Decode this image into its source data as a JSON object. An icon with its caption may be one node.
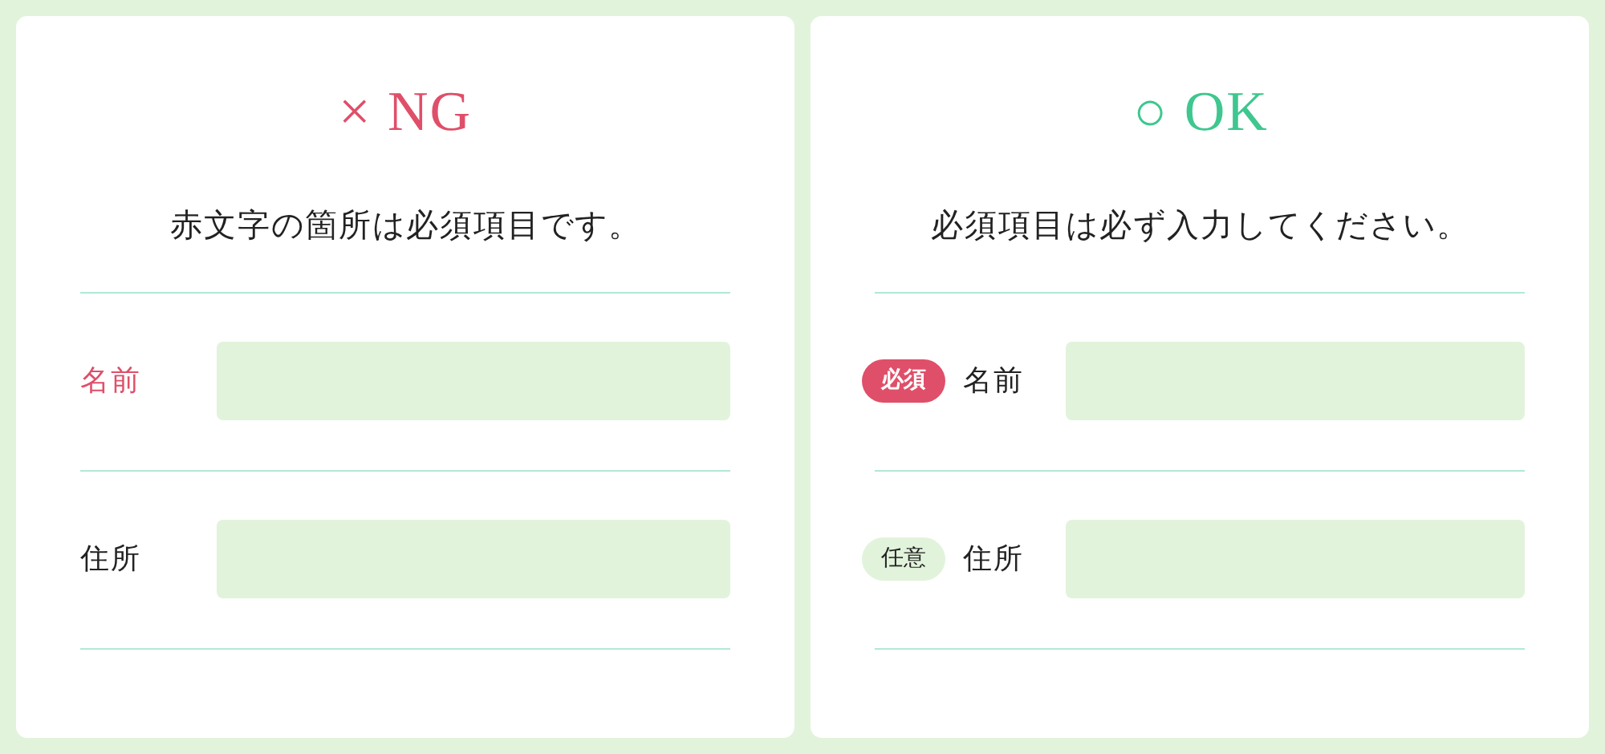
{
  "diagram": {
    "nodes": [
      {
        "text": [
          "× NG",
          "赤文字の箇所は必須項目です。",
          "名前",
          "住所"
        ]
      },
      {
        "text": [
          "○ OK",
          "必須項目は必ず入力してください。",
          "名前",
          "住所"
        ]
      },
      {
        "text": [
          "必須"
        ],
        "in": 1
      },
      {
        "text": [
          "任意"
        ],
        "in": 1
      }
    ]
  }
}
